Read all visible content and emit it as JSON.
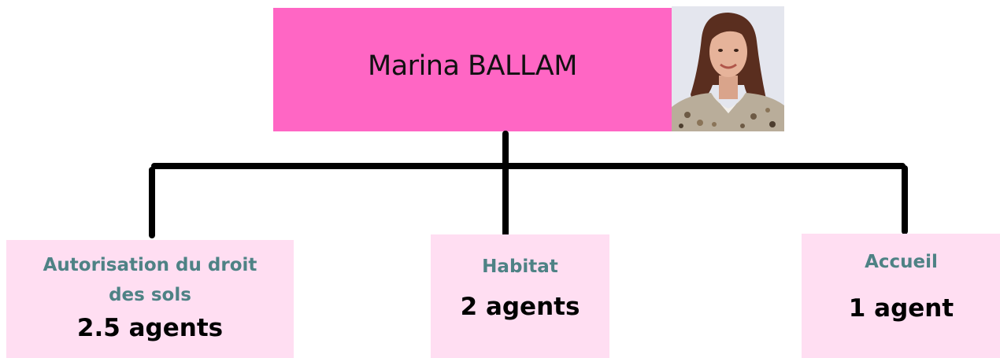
{
  "manager": {
    "name": "Marina BALLAM"
  },
  "teams": [
    {
      "name_line1": "Autorisation du droit",
      "name_line2": "des sols",
      "count": "2.5 agents"
    },
    {
      "name": "Habitat",
      "count": "2 agents"
    },
    {
      "name": "Accueil",
      "count": "1 agent"
    }
  ],
  "colors": {
    "manager_box": "#ff66c4",
    "team_box": "#ffdef2",
    "team_title": "#4e8285",
    "connector": "#000000"
  }
}
